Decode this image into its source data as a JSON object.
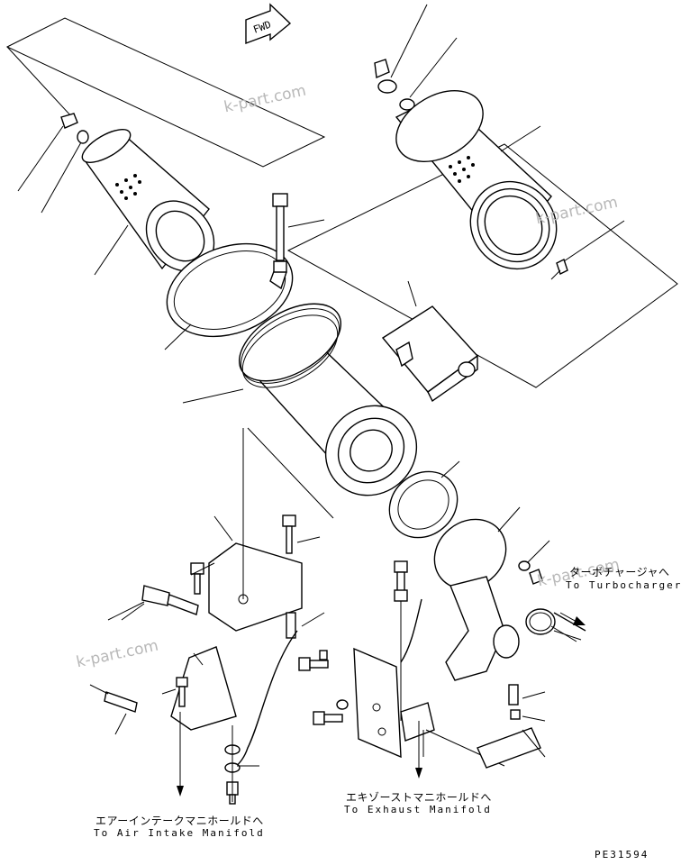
{
  "fwd_label": "FWD",
  "watermark": "k-part.com",
  "labels": {
    "turbo_jp": "ターボチャージャへ",
    "turbo_en": "To Turbocharger",
    "air_intake_jp": "エアーインテークマニホールドへ",
    "air_intake_en": "To Air Intake Manifold",
    "exhaust_jp": "エキゾーストマニホールドへ",
    "exhaust_en": "To Exhaust Manifold"
  },
  "code": "PE31594"
}
